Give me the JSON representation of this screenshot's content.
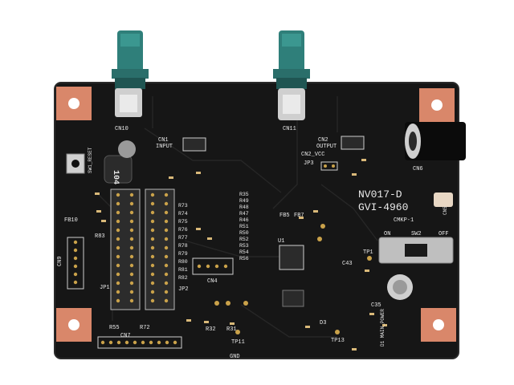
{
  "board": {
    "model": "NV017-D",
    "part_number": "GVI-4960",
    "cert": "CMKP-1",
    "inductor_value": "104",
    "colors": {
      "pcb": "#161616",
      "pad_copper": "#d9876a",
      "connector_teal": "#2f7f7a",
      "silkscreen": "#e9e9e9",
      "gold": "#caa24a"
    }
  },
  "labels": {
    "cn10": "CN10",
    "cn11": "CN11",
    "input": "INPUT",
    "output": "OUTPUT",
    "cn1": "CN1",
    "cn2": "CN2",
    "cn2_vcc": "CN2_VCC",
    "jp3": "JP3",
    "sw_reset": "SW1_RESET",
    "cn6": "CN6",
    "cn5": "CN5",
    "sw2": "SW2",
    "on": "ON",
    "off": "OFF",
    "cn9": "CN9",
    "cn7": "CN7",
    "cn4": "CN4",
    "jp1": "JP1",
    "jp2": "JP2",
    "u1": "U1",
    "fb5": "FB5",
    "fb7": "FB7",
    "fb10": "FB10",
    "tp1": "TP1",
    "tp11": "TP11",
    "tp13": "TP13",
    "gnd": "GND",
    "r72": "R72",
    "r55": "R55",
    "r32": "R32",
    "r31": "R31",
    "r83": "R83",
    "c43": "C43",
    "c35": "C35",
    "d3": "D3",
    "d1_main_power": "D1 MAIN_POWER",
    "r_right_list": [
      "R35",
      "R49",
      "R48",
      "R47",
      "R46",
      "R51",
      "R50",
      "R52",
      "R53",
      "R54",
      "R56"
    ],
    "r_left_list": [
      "R73",
      "R74",
      "R75",
      "R76",
      "R77",
      "R78",
      "R79",
      "R80",
      "R81",
      "R82"
    ]
  }
}
